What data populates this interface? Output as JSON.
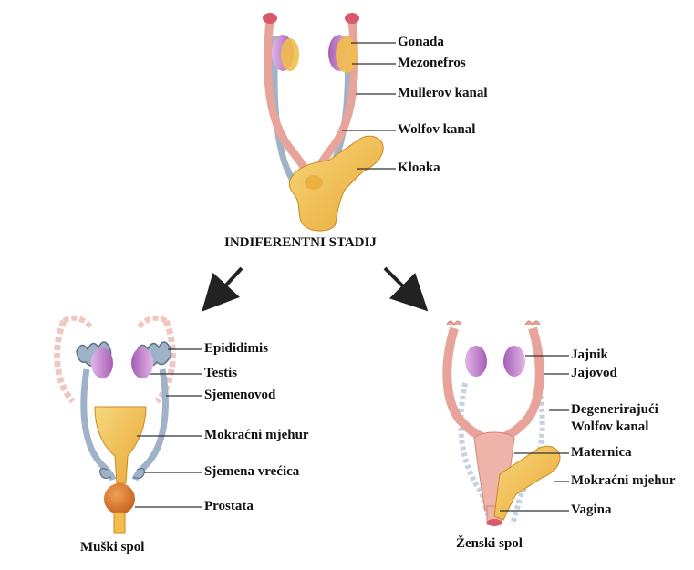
{
  "indifferent": {
    "stage_title": "INDIFERENTNI STADIJ",
    "labels": {
      "gonad": "Gonada",
      "mesonephros": "Mezonefros",
      "mullerian_duct": "Mullerov kanal",
      "wolffian_duct": "Wolfov kanal",
      "cloaca": "Kloaka"
    }
  },
  "male": {
    "title": "Muški spol",
    "labels": {
      "epididymis": "Epididimis",
      "testis": "Testis",
      "vas_deferens": "Sjemenovod",
      "bladder": "Mokraćni mjehur",
      "seminal_vesicle": "Sjemena vrećica",
      "prostate": "Prostata"
    }
  },
  "female": {
    "title": "Ženski spol",
    "labels": {
      "ovary": "Jajnik",
      "oviduct": "Jajovod",
      "degenerating_wolffian_line1": "Degenerirajući",
      "degenerating_wolffian_line2": "Wolfov kanal",
      "uterus": "Maternica",
      "bladder": "Mokraćni mjehur",
      "vagina": "Vagina"
    }
  },
  "colors": {
    "pink_duct": "#e8a49a",
    "blue_duct": "#9fb3c8",
    "yellow_organ": "#f2bd4a",
    "purple_gonad": "#b07ac0",
    "orange_prostate": "#d9782a",
    "arrow": "#222222"
  }
}
